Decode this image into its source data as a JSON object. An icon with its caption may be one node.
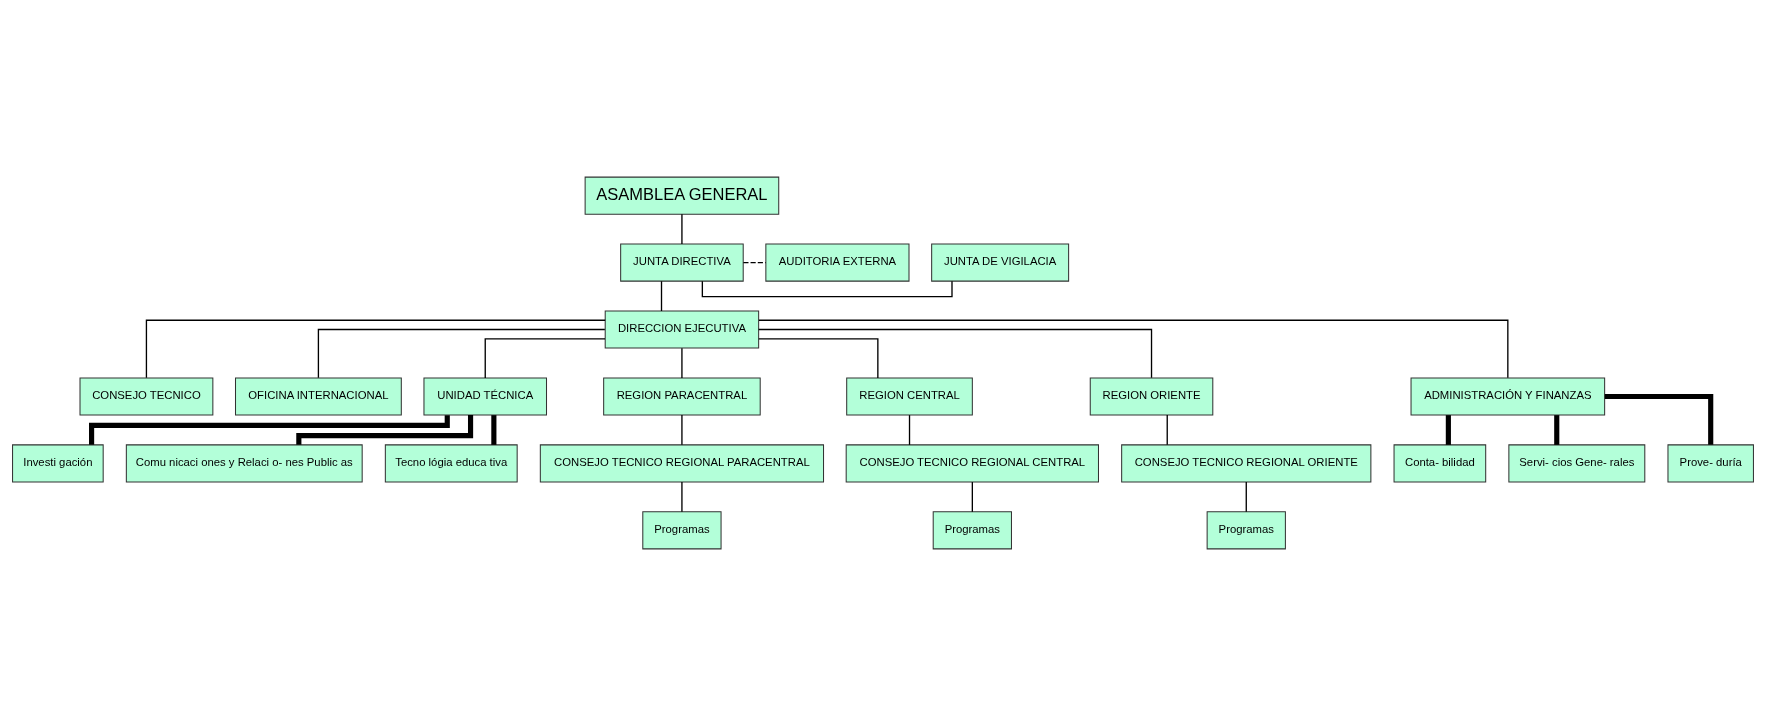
{
  "diagram": {
    "nodes": [
      {
        "text": [
          "ASAMBLEA GENERAL"
        ]
      },
      {
        "text": [
          "JUNTA DE VIGILACIA"
        ]
      },
      {
        "text": [
          "JUNTA DIRECTIVA"
        ]
      },
      {
        "text": [
          "AUDITORIA EXTERNA"
        ]
      },
      {
        "text": [
          "DIRECCION EJECUTIVA"
        ]
      },
      {
        "text": [
          "CONSEJO TECNICO"
        ]
      },
      {
        "text": [
          "OFICINA INTERNACIONAL"
        ]
      },
      {
        "text": [
          "UNIDAD TÉCNICA"
        ]
      },
      {
        "text": [
          "REGION PARACENTRAL"
        ]
      },
      {
        "text": [
          "REGION CENTRAL"
        ]
      },
      {
        "text": [
          "REGION ORIENTE"
        ]
      },
      {
        "text": [
          "ADMINISTRACIÓN Y FINANZAS"
        ]
      },
      {
        "text": [
          "Investi gación"
        ]
      },
      {
        "text": [
          "Comu nicaci ones y Relaci o- nes Public as"
        ]
      },
      {
        "text": [
          "Tecno lógia educa tiva"
        ]
      },
      {
        "text": [
          "CONSEJO TECNICO REGIONAL PARACENTRAL"
        ]
      },
      {
        "text": [
          "CONSEJO TECNICO REGIONAL CENTRAL"
        ]
      },
      {
        "text": [
          "CONSEJO TECNICO REGIONAL ORIENTE"
        ]
      },
      {
        "text": [
          "Conta- bilidad"
        ]
      },
      {
        "text": [
          "Servi- cios Gene- rales"
        ]
      },
      {
        "text": [
          "Prove- duría"
        ]
      },
      {
        "text": [
          "Programas"
        ]
      },
      {
        "text": [
          "Programas"
        ]
      },
      {
        "text": [
          "Programas"
        ]
      }
    ],
    "edges": [
      {
        "from": 0,
        "to": 2,
        "arrow": "none"
      },
      {
        "from": 2,
        "to": 1,
        "arrow": "none"
      },
      {
        "from": 2,
        "to": 3,
        "arrow": "none",
        "style": "dashed"
      },
      {
        "from": 2,
        "to": 4,
        "arrow": "none"
      },
      {
        "from": 4,
        "to": 5,
        "arrow": "none"
      },
      {
        "from": 4,
        "to": 6,
        "arrow": "none"
      },
      {
        "from": 4,
        "to": 7,
        "arrow": "none"
      },
      {
        "from": 4,
        "to": 8,
        "arrow": "none"
      },
      {
        "from": 4,
        "to": 9,
        "arrow": "none"
      },
      {
        "from": 4,
        "to": 10,
        "arrow": "none"
      },
      {
        "from": 4,
        "to": 11,
        "arrow": "none"
      },
      {
        "from": 7,
        "to": 12,
        "arrow": "none",
        "style": "thick"
      },
      {
        "from": 7,
        "to": 13,
        "arrow": "none",
        "style": "thick"
      },
      {
        "from": 7,
        "to": 14,
        "arrow": "none",
        "style": "thick"
      },
      {
        "from": 8,
        "to": 15,
        "arrow": "none"
      },
      {
        "from": 9,
        "to": 16,
        "arrow": "none"
      },
      {
        "from": 10,
        "to": 17,
        "arrow": "none"
      },
      {
        "from": 11,
        "to": 18,
        "arrow": "none",
        "style": "thick"
      },
      {
        "from": 11,
        "to": 19,
        "arrow": "none",
        "style": "thick"
      },
      {
        "from": 11,
        "to": 20,
        "arrow": "none",
        "style": "thick"
      },
      {
        "from": 15,
        "to": 21,
        "arrow": "none"
      },
      {
        "from": 16,
        "to": 22,
        "arrow": "none"
      },
      {
        "from": 17,
        "to": 23,
        "arrow": "none"
      }
    ]
  }
}
